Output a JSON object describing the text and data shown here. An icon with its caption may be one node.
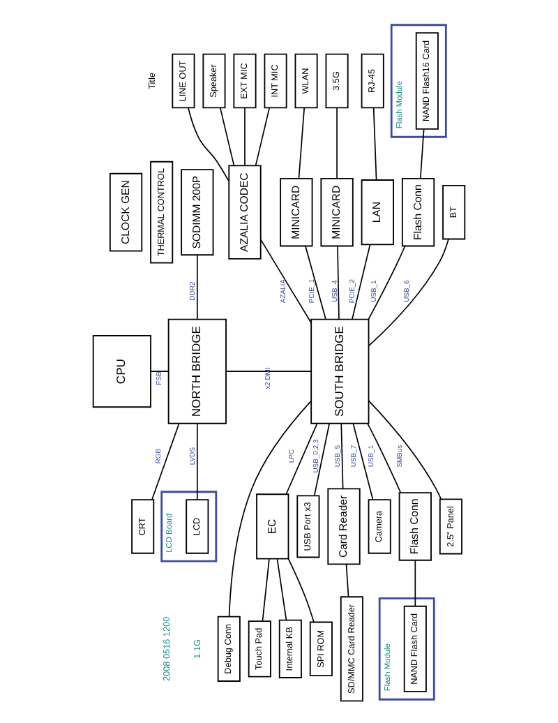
{
  "diagram": {
    "nodes": [
      {
        "text": [
          "CLOCK GEN"
        ]
      },
      {
        "text": [
          "THERMAL CONTROL"
        ]
      },
      {
        "text": [
          "SODIMM 200P"
        ]
      },
      {
        "text": [
          "LINE OUT"
        ]
      },
      {
        "text": [
          "Speaker"
        ]
      },
      {
        "text": [
          "EXT MIC"
        ]
      },
      {
        "text": [
          "INT MIC"
        ]
      },
      {
        "text": [
          "AZALIA CODEC"
        ]
      },
      {
        "text": [
          "WLAN"
        ]
      },
      {
        "text": [
          "3.5G"
        ]
      },
      {
        "text": [
          "RJ-45"
        ]
      },
      {
        "text": [
          "Flash Module"
        ]
      },
      {
        "text": [
          "NAND Flash16 Card"
        ],
        "in": 11
      },
      {
        "text": [
          "CPU"
        ]
      },
      {
        "text": [
          "NORTH BRIDGE"
        ]
      },
      {
        "text": [
          "SOUTH BRIDGE"
        ]
      },
      {
        "text": [
          "MINICARD"
        ]
      },
      {
        "text": [
          "MINICARD"
        ]
      },
      {
        "text": [
          "LAN"
        ]
      },
      {
        "text": [
          "Flash Conn"
        ]
      },
      {
        "text": [
          "BT"
        ]
      },
      {
        "text": [
          "LCD Board"
        ]
      },
      {
        "text": [
          "LCD"
        ],
        "in": 21
      },
      {
        "text": [
          "CRT"
        ]
      },
      {
        "text": [
          "Debug Conn"
        ]
      },
      {
        "text": [
          "EC"
        ]
      },
      {
        "text": [
          "Touch Pad"
        ]
      },
      {
        "text": [
          "Internal KB"
        ]
      },
      {
        "text": [
          "SPI ROM"
        ]
      },
      {
        "text": [
          "USB Port x3"
        ]
      },
      {
        "text": [
          "Card Reader"
        ]
      },
      {
        "text": [
          "Camera"
        ]
      },
      {
        "text": [
          "Flash Conn"
        ]
      },
      {
        "text": [
          "SD/MMC Card Reader"
        ]
      },
      {
        "text": [
          "Flash Module"
        ]
      },
      {
        "text": [
          "NAND Flash Card"
        ],
        "in": 34
      },
      {
        "text": [
          "2.5\" Panel"
        ]
      }
    ],
    "edges": [
      {
        "from": 13,
        "to": 14,
        "arrow": "none",
        "label": "FSB"
      },
      {
        "from": 14,
        "to": 2,
        "arrow": "none",
        "label": "DDR2"
      },
      {
        "from": 14,
        "to": 15,
        "arrow": "none",
        "label": "x2 DMI"
      },
      {
        "from": 15,
        "to": 7,
        "arrow": "none",
        "label": "AZALIA"
      },
      {
        "from": 7,
        "to": 3,
        "arrow": "none"
      },
      {
        "from": 7,
        "to": 4,
        "arrow": "none"
      },
      {
        "from": 7,
        "to": 5,
        "arrow": "none"
      },
      {
        "from": 7,
        "to": 6,
        "arrow": "none"
      },
      {
        "from": 16,
        "to": 8,
        "arrow": "none"
      },
      {
        "from": 17,
        "to": 9,
        "arrow": "none"
      },
      {
        "from": 18,
        "to": 10,
        "arrow": "none"
      },
      {
        "from": 19,
        "to": 12,
        "arrow": "none"
      },
      {
        "from": 15,
        "to": 16,
        "arrow": "none",
        "label": "PCIE_1"
      },
      {
        "from": 15,
        "to": 17,
        "arrow": "none",
        "label": "USB_4"
      },
      {
        "from": 15,
        "to": 18,
        "arrow": "none",
        "label": "PCIE_2"
      },
      {
        "from": 15,
        "to": 19,
        "arrow": "none",
        "label": "USB_1"
      },
      {
        "from": 15,
        "to": 20,
        "arrow": "none",
        "label": "USB_6"
      },
      {
        "from": 22,
        "to": 14,
        "arrow": "none",
        "label": "LVDS"
      },
      {
        "from": 23,
        "to": 14,
        "arrow": "none",
        "label": "RGB"
      },
      {
        "from": 25,
        "to": 15,
        "arrow": "none",
        "label": "LPC"
      },
      {
        "from": 24,
        "to": 15,
        "arrow": "none"
      },
      {
        "from": 26,
        "to": 25,
        "arrow": "none"
      },
      {
        "from": 27,
        "to": 25,
        "arrow": "none"
      },
      {
        "from": 28,
        "to": 25,
        "arrow": "none"
      },
      {
        "from": 29,
        "to": 15,
        "arrow": "none",
        "label": "USB_0,2,3"
      },
      {
        "from": 30,
        "to": 15,
        "arrow": "none",
        "label": "USB_5"
      },
      {
        "from": 31,
        "to": 15,
        "arrow": "none",
        "label": "USB_7"
      },
      {
        "from": 32,
        "to": 15,
        "arrow": "none",
        "label": "USB_1"
      },
      {
        "from": 33,
        "to": 30,
        "arrow": "none"
      },
      {
        "from": 35,
        "to": 32,
        "arrow": "none"
      },
      {
        "from": 36,
        "to": 15,
        "arrow": "none",
        "label": "SMBus"
      }
    ],
    "labels": [
      "1.1G",
      "2008 0516 1200",
      "Title"
    ]
  }
}
